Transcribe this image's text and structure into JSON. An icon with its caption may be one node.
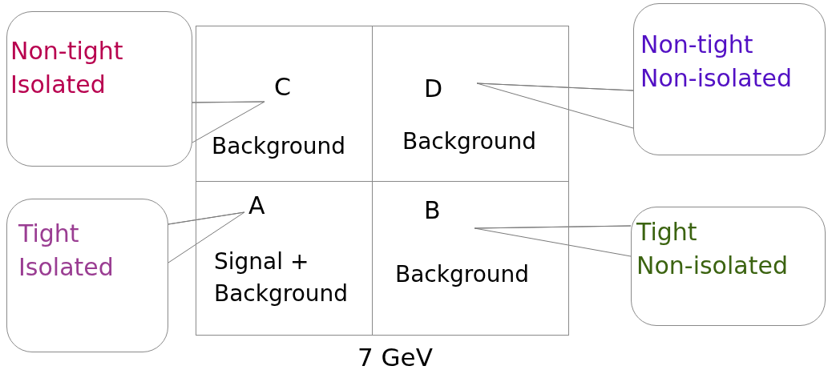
{
  "diagram": {
    "nodes": [
      {
        "text": [
          "Non-tight Isolated"
        ]
      },
      {
        "text": [
          "C",
          "Background"
        ]
      },
      {
        "text": [
          "D",
          "Background"
        ]
      },
      {
        "text": [
          "Non-tight Non-isolated"
        ]
      },
      {
        "text": [
          "Tight Isolated"
        ]
      },
      {
        "text": [
          "A",
          "Signal + Background"
        ]
      },
      {
        "text": [
          "B",
          "Background"
        ]
      },
      {
        "text": [
          "Tight Non-isolated"
        ]
      }
    ],
    "edges": [
      {
        "from": 0,
        "to": 1,
        "arrow": "none"
      },
      {
        "from": 3,
        "to": 2,
        "arrow": "none"
      },
      {
        "from": 4,
        "to": 5,
        "arrow": "none"
      },
      {
        "from": 7,
        "to": 6,
        "arrow": "none"
      }
    ],
    "labels": [
      "7 GeV"
    ]
  }
}
